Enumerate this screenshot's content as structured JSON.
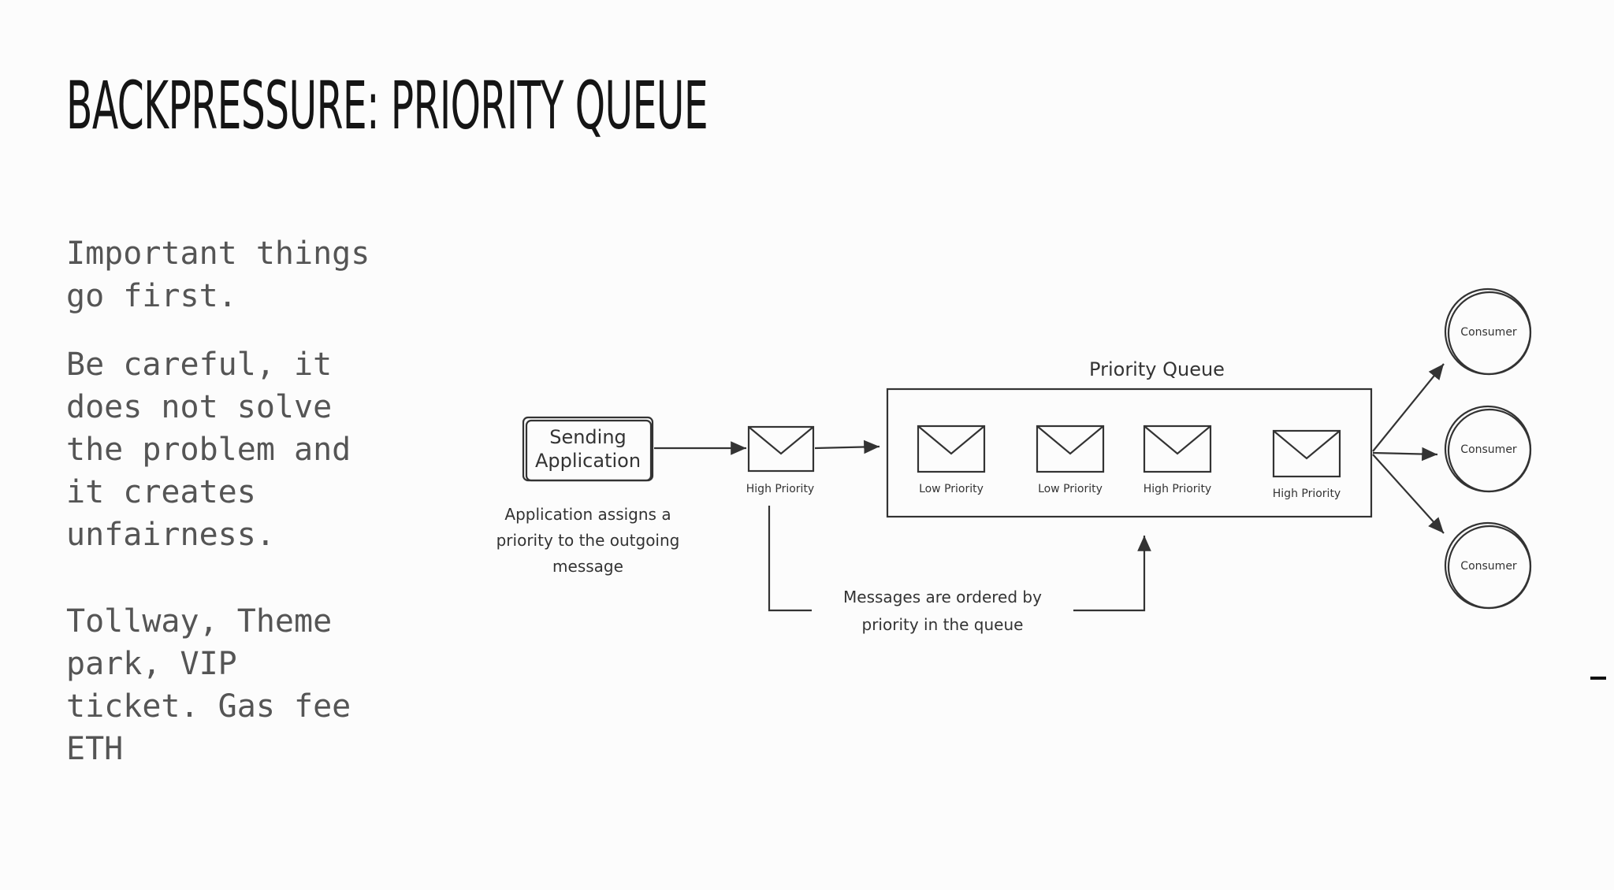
{
  "slide": {
    "title": "BACKPRESSURE: PRIORITY QUEUE",
    "paragraphs": [
      "Important things\ngo first.",
      "Be careful, it\ndoes not solve\nthe problem and\nit creates\nunfairness.",
      "Tollway, Theme\npark, VIP\nticket. Gas fee\nETH"
    ]
  },
  "diagram": {
    "sender": {
      "line1": "Sending",
      "line2": "Application"
    },
    "sender_note": [
      "Application assigns a",
      "priority to the outgoing",
      "message"
    ],
    "incoming_message_label": "High Priority",
    "queue_title": "Priority Queue",
    "queue_messages": [
      "Low Priority",
      "Low Priority",
      "High Priority",
      "High Priority"
    ],
    "ordering_note": [
      "Messages are ordered by",
      "priority in the queue"
    ],
    "consumers": [
      "Consumer",
      "Consumer",
      "Consumer"
    ]
  },
  "colors": {
    "background": "#fcfcfc",
    "title": "#151515",
    "body_text": "#555555",
    "ink": "#333333"
  }
}
